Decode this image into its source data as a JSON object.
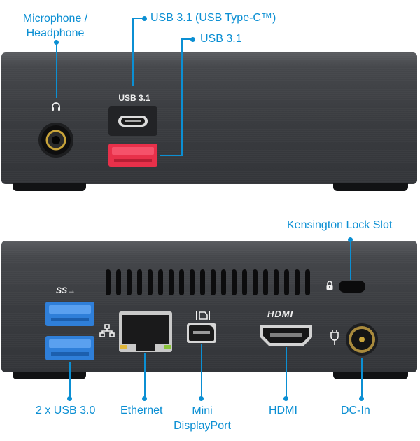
{
  "front_labels": {
    "microphone_headphone": "Microphone / Headphone",
    "usb_typec": "USB 3.1 (USB Type-C™)",
    "usb31": "USB 3.1"
  },
  "front_panel": {
    "silkscreen_usb": "USB 3.1"
  },
  "rear_labels": {
    "kensington": "Kensington Lock Slot",
    "usb30": "2 x USB 3.0",
    "ethernet": "Ethernet",
    "mini_dp": "Mini DisplayPort",
    "hdmi": "HDMI",
    "dc_in": "DC-In"
  },
  "rear_panel": {
    "ss_logo": "SS",
    "hdmi_logo": "HDMI"
  },
  "colors": {
    "callout": "#0b8fd3",
    "chassis": "#3a3c40",
    "usb30_port": "#2f7fd9",
    "usb31_port": "#e8304a"
  }
}
